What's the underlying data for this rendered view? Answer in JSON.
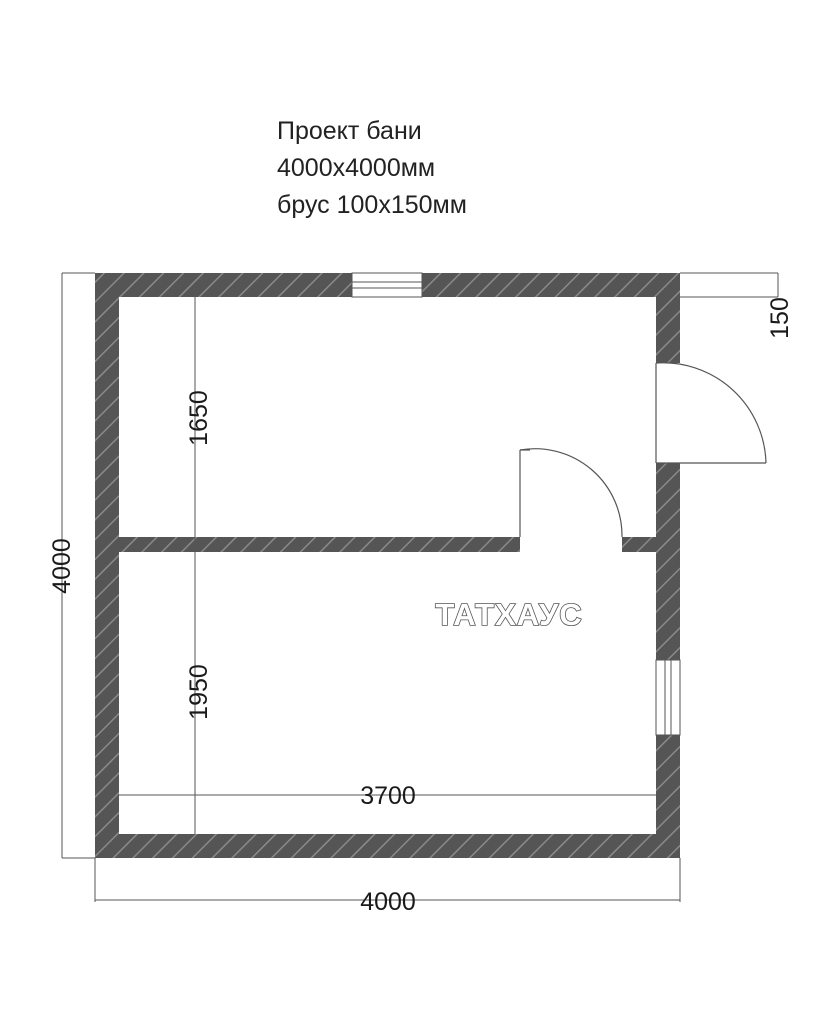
{
  "title": {
    "line1": "Проект бани",
    "line2": "4000х4000мм",
    "line3": "брус 100х150мм"
  },
  "dimensions": {
    "overall_height": "4000",
    "overall_width": "4000",
    "wall_thickness": "150",
    "upper_room_depth": "1650",
    "lower_room_depth": "1950",
    "inner_width": "3700"
  },
  "watermark": "ТАТХАУС",
  "colors": {
    "wall_fill": "#555555",
    "hatch": "#888888",
    "dimension_line": "#555555",
    "text": "#1a1a1a"
  }
}
